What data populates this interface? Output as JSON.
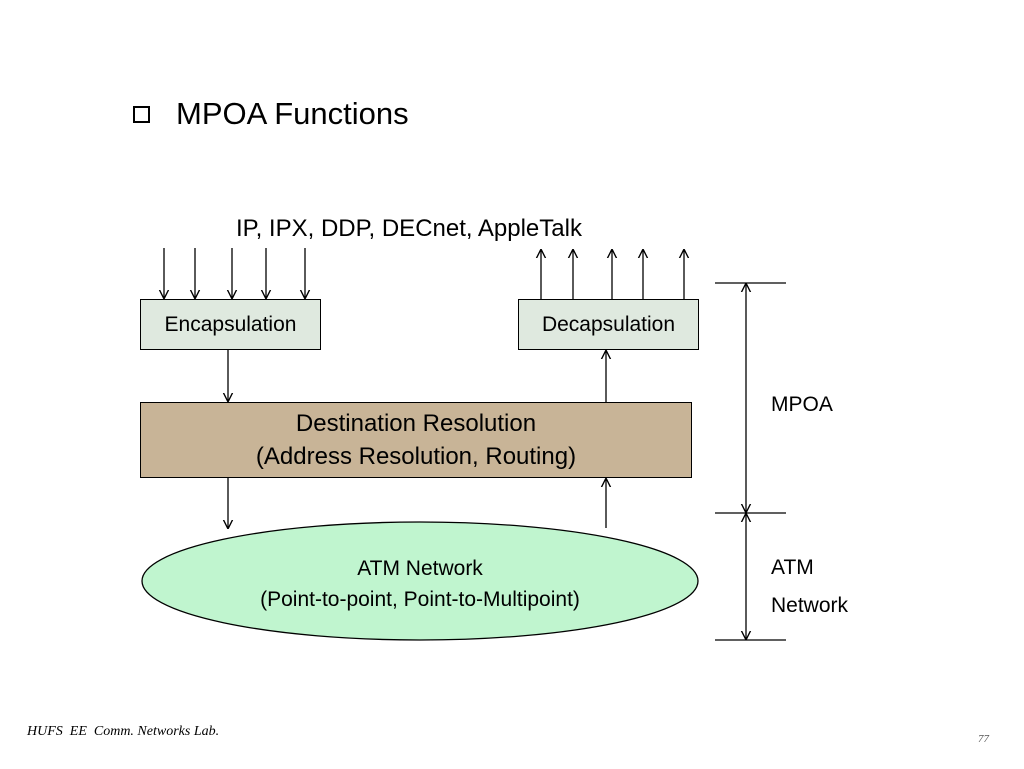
{
  "slide": {
    "title": "MPOA Functions",
    "bullet_icon": "hollow-square",
    "footer_left": "HUFS  EE  Comm. Networks Lab.",
    "page_number": "77"
  },
  "diagram": {
    "protocols_label": "IP, IPX, DDP, DECnet, AppleTalk",
    "encapsulation_label": "Encapsulation",
    "decapsulation_label": "Decapsulation",
    "destination_resolution": {
      "line1": "Destination Resolution",
      "line2": "(Address Resolution, Routing)"
    },
    "atm_network": {
      "line1": "ATM Network",
      "line2": "(Point-to-point, Point-to-Multipoint)"
    },
    "layers": {
      "mpoa_label": "MPOA",
      "atm_label_line1": "ATM",
      "atm_label_line2": "Network"
    },
    "colors": {
      "encap_box": "#dfe9df",
      "dest_box": "#c8b497",
      "atm_ellipse": "#c0f5cf"
    }
  }
}
